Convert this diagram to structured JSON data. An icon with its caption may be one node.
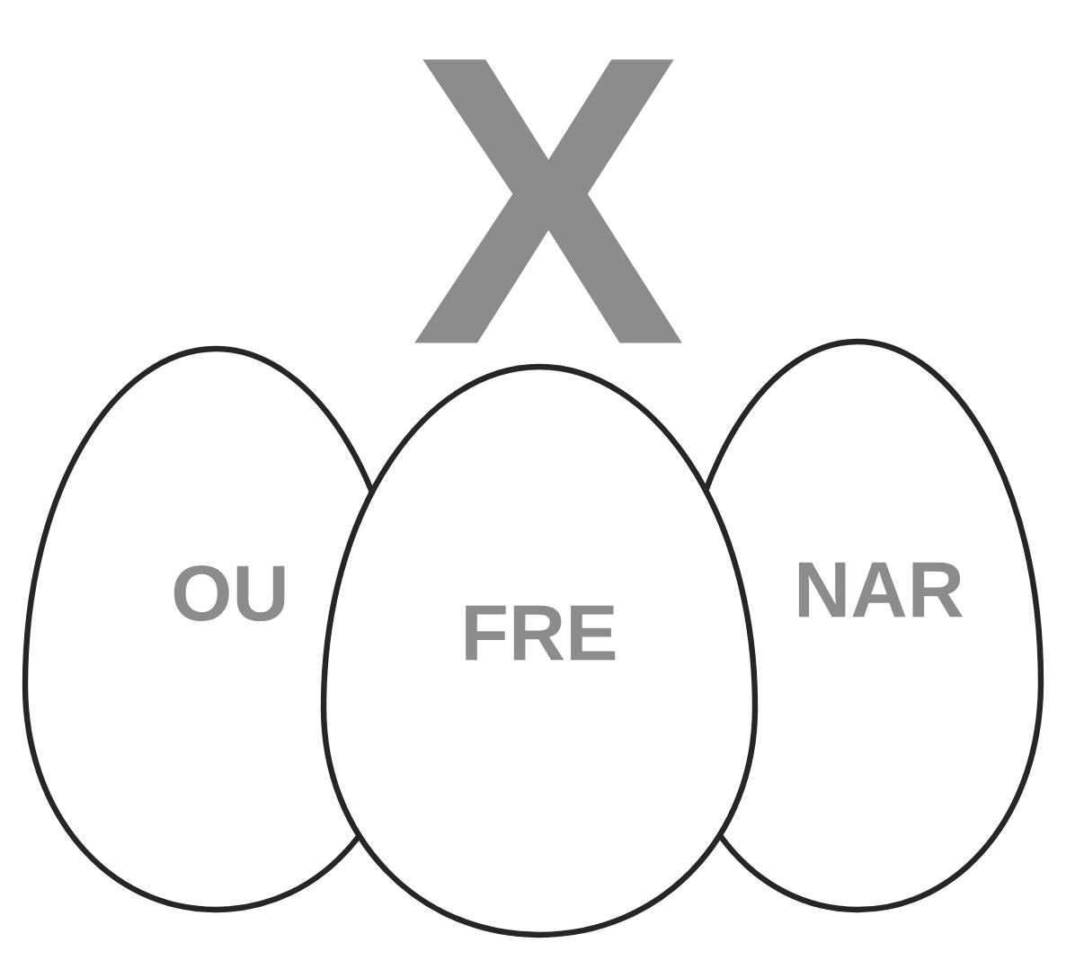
{
  "diagram": {
    "nodes": [
      {
        "text": [
          "OU"
        ]
      },
      {
        "text": [
          "FRE"
        ]
      },
      {
        "text": [
          "NAR"
        ]
      }
    ],
    "labels": [
      "X"
    ]
  }
}
